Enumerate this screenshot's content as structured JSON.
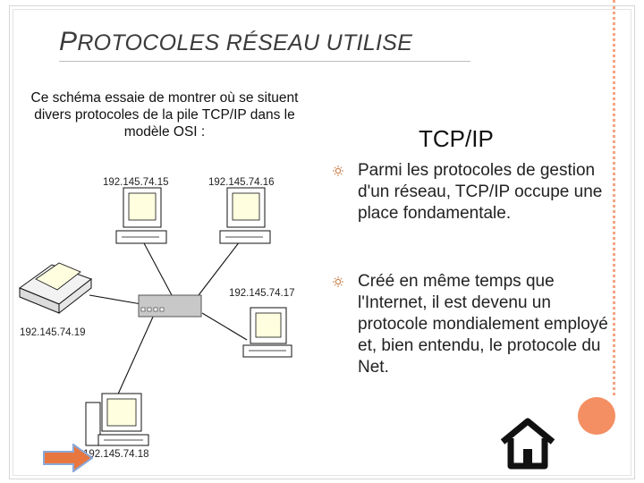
{
  "title": {
    "first_letter": "P",
    "rest": "ROTOCOLES RÉSEAU UTILISE"
  },
  "caption": "Ce schéma essaie de montrer où se situent divers protocoles de la pile TCP/IP dans le modèle OSI :",
  "heading": "TCP/IP",
  "bullets": [
    "Parmi les protocoles de gestion d'un réseau, TCP/IP occupe une place fondamentale.",
    "Créé en même temps que l'Internet, il est devenu un protocole mondialement employé et, bien entendu, le protocole du Net."
  ],
  "diagram": {
    "ips": {
      "pc1": "192.145.74.15",
      "pc2": "192.145.74.16",
      "pc3": "192.145.74.17",
      "scanner": "192.145.74.19",
      "tower": "192.145.74.18"
    }
  },
  "icons": {
    "bullet": "sun-bullet-icon",
    "next": "right-arrow-icon",
    "home": "home-icon"
  },
  "colors": {
    "accent": "#f48f63",
    "bullet": "#c9824f",
    "arrow": "#e8773f"
  }
}
